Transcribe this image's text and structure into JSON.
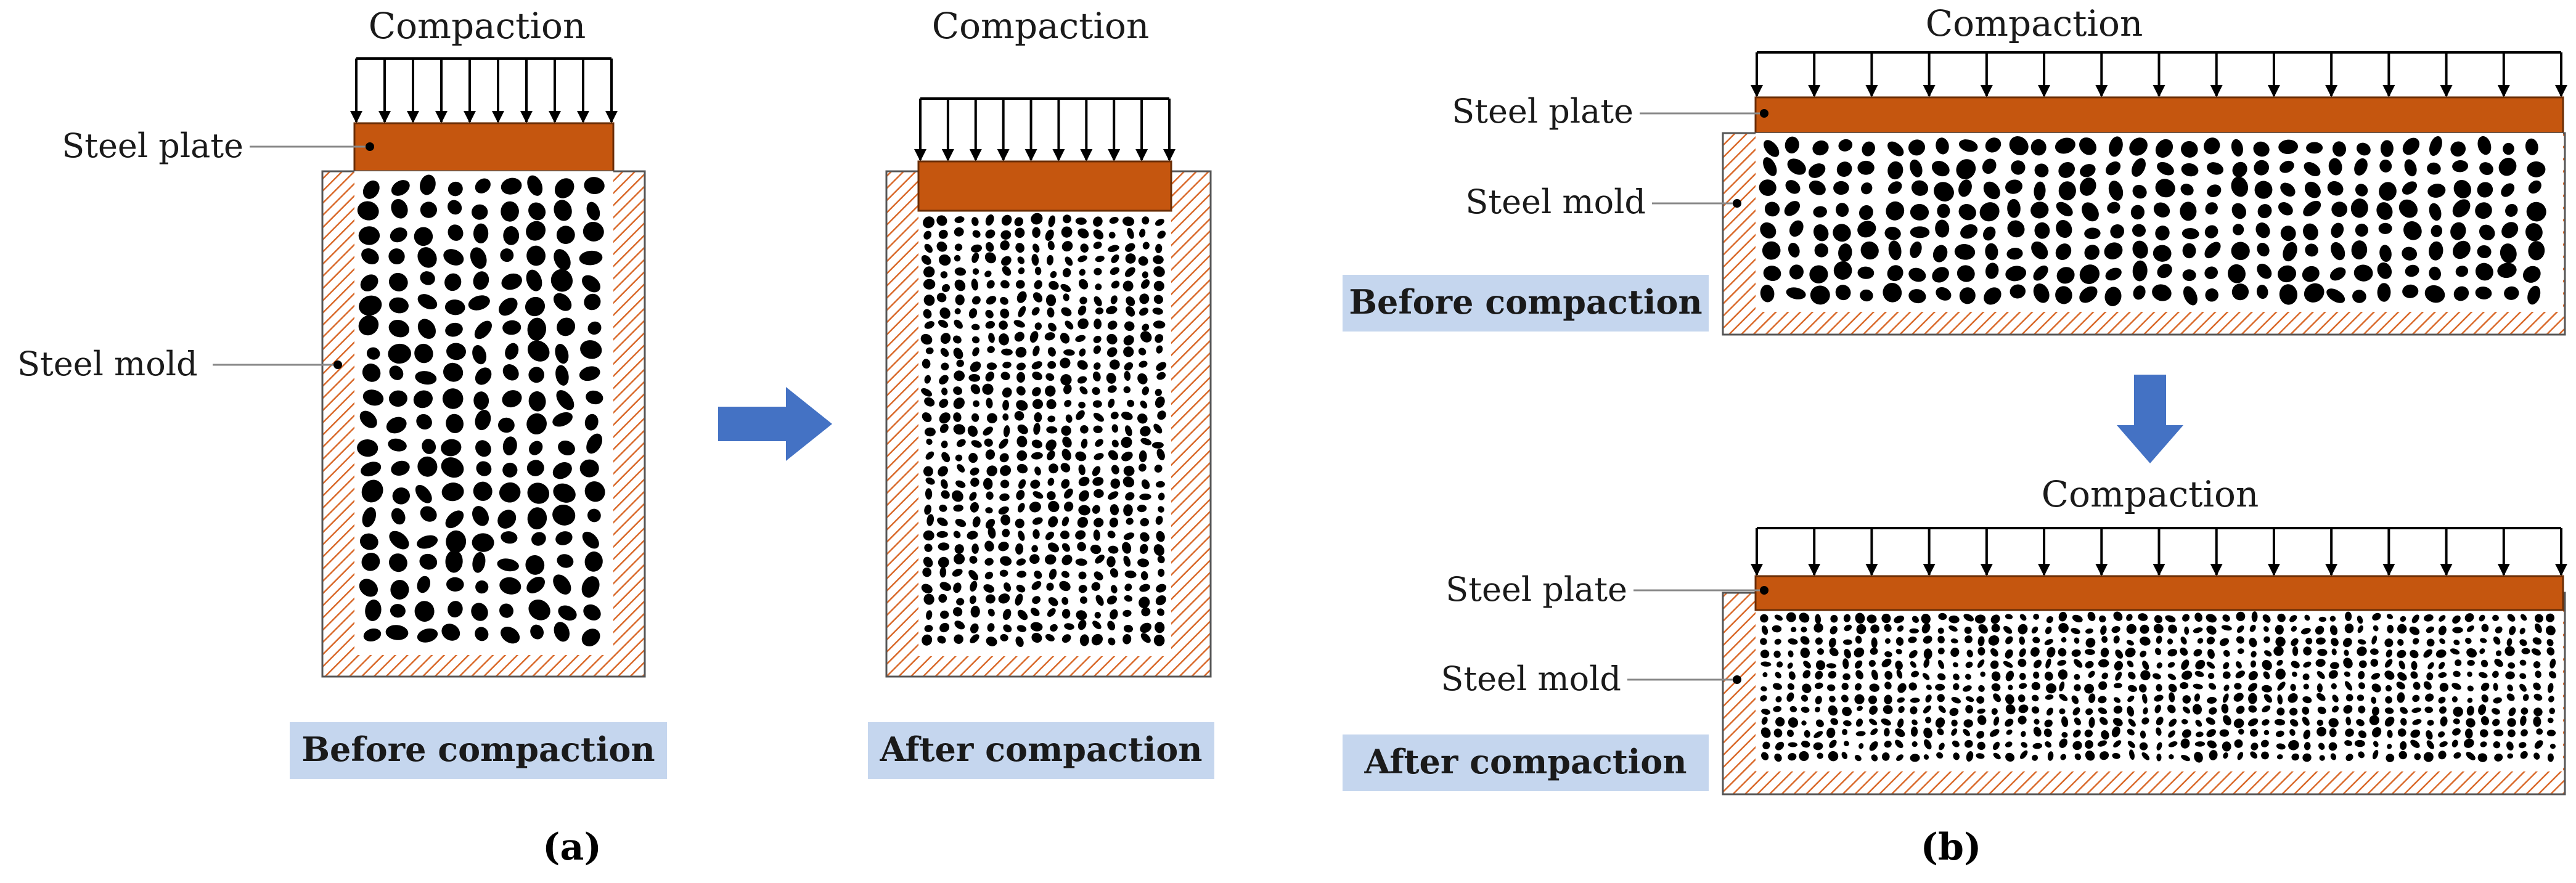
{
  "panel_a": {
    "before": {
      "compaction_label": "Compaction",
      "steel_plate_label": "Steel plate",
      "steel_mold_label": "Steel mold",
      "state_label": "Before compaction"
    },
    "after": {
      "compaction_label": "Compaction",
      "state_label": "After compaction"
    },
    "caption": "(a)"
  },
  "panel_b": {
    "before": {
      "compaction_label": "Compaction",
      "steel_plate_label": "Steel plate",
      "steel_mold_label": "Steel mold",
      "state_label": "Before compaction"
    },
    "after": {
      "compaction_label": "Compaction",
      "steel_plate_label": "Steel plate",
      "steel_mold_label": "Steel mold",
      "state_label": "After compaction"
    },
    "caption": "(b)"
  },
  "colors": {
    "steel_plate": "#c5560f",
    "mold_hatch": "#d9692a",
    "mold_fill": "#ffffff",
    "particles": "#000000",
    "badge": "#c5d6ee",
    "flow_arrow": "#4472c4"
  },
  "icons": {
    "load_arrows": "down-arrow-icon",
    "transition_a": "right-arrow-icon",
    "transition_b": "down-arrow-icon"
  }
}
